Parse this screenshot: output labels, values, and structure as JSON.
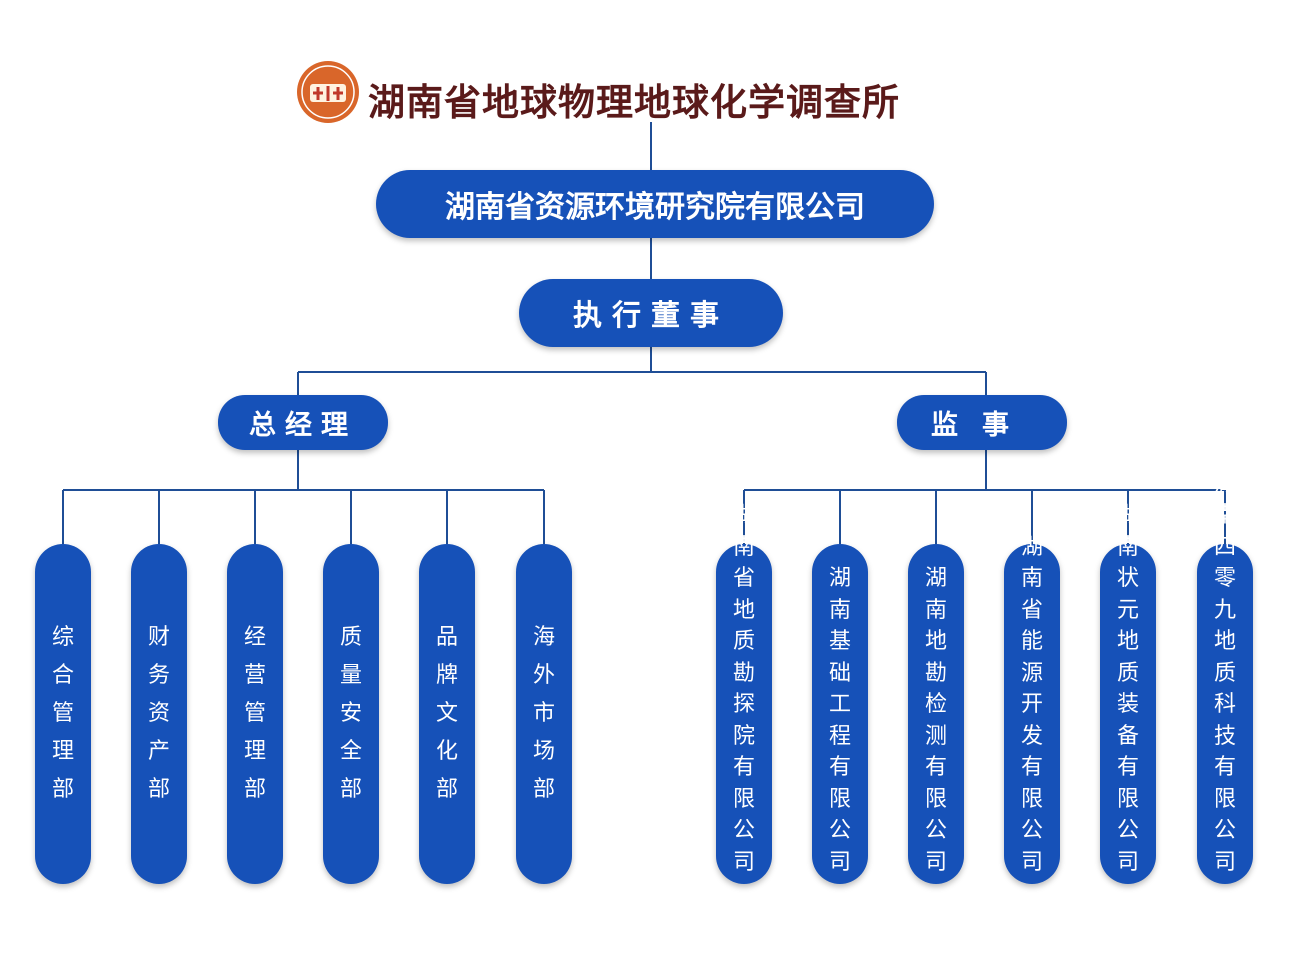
{
  "header": {
    "org_name": "湖南省地球物理地球化学调查所",
    "logo_icon": "geophysics-seal-logo"
  },
  "company": {
    "name": "湖南省资源环境研究院有限公司"
  },
  "board": {
    "title": "执行董事"
  },
  "general_manager": {
    "title": "总经理"
  },
  "supervisor": {
    "title": "监事"
  },
  "departments": [
    {
      "name": "综合管理部"
    },
    {
      "name": "财务资产部"
    },
    {
      "name": "经营管理部"
    },
    {
      "name": "质量安全部"
    },
    {
      "name": "品牌文化部"
    },
    {
      "name": "海外市场部"
    }
  ],
  "subsidiaries": [
    {
      "name": "湖南省地质勘探院有限公司"
    },
    {
      "name": "湖南基础工程有限公司"
    },
    {
      "name": "湖南地勘检测有限公司"
    },
    {
      "name": "湖南省能源开发有限公司"
    },
    {
      "name": "湖南状元地质装备有限公司"
    },
    {
      "name": "湖南四零九地质科技有限公司"
    }
  ],
  "colors": {
    "pill": "#1651b8",
    "line": "#1f4e96",
    "title": "#5a1a1a",
    "logo": "#d9662a"
  }
}
